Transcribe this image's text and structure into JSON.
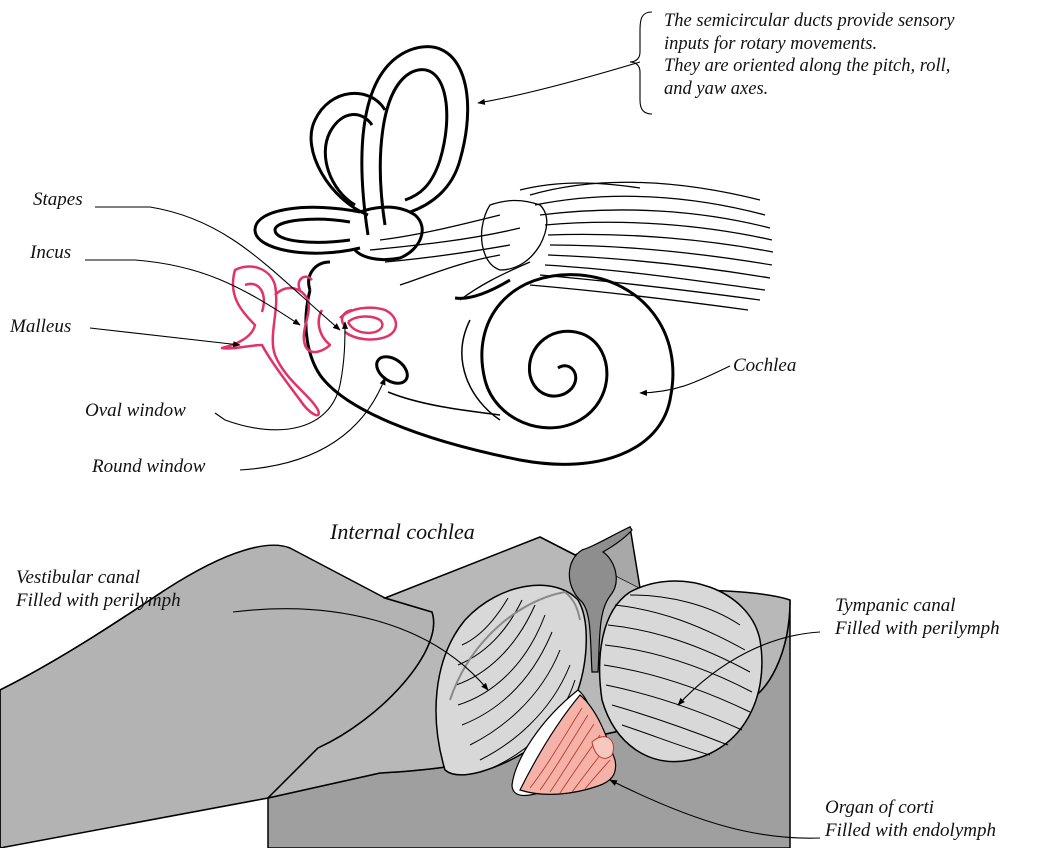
{
  "semicircular_note": {
    "line1": "The semicircular ducts provide sensory",
    "line2": "inputs for rotary movements.",
    "line3": "They are oriented along the pitch, roll,",
    "line4": "and yaw axes."
  },
  "labels": {
    "stapes": "Stapes",
    "incus": "Incus",
    "malleus": "Malleus",
    "oval_window": "Oval window",
    "round_window": "Round window",
    "cochlea": "Cochlea"
  },
  "internal": {
    "title": "Internal cochlea",
    "vestibular_line1": "Vestibular canal",
    "vestibular_line2": "Filled with perilymph",
    "tympanic_line1": "Tympanic canal",
    "tympanic_line2": "Filled with perilymph",
    "corti_line1": "Organ of corti",
    "corti_line2": "Filled with endolymph"
  },
  "colors": {
    "ossicles": "#e0336a",
    "cross_section": "#b5b5b5",
    "canal_fill": "#d6d6d6",
    "corti_fill": "#f5b2a8"
  }
}
